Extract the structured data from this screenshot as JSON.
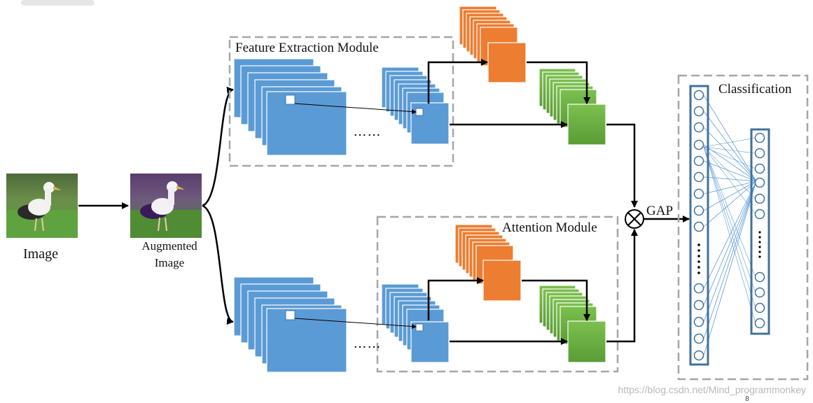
{
  "labels": {
    "image": "Image",
    "augmented_line1": "Augmented",
    "augmented_line2": "Image",
    "feature_module": "Feature Extraction Module",
    "attention_module": "Attention Module",
    "gap": "GAP",
    "classification": "Classification",
    "dots_top": "……",
    "dots_bottom": "……"
  },
  "watermark": "https://blog.csdn.net/Mind_programmonkey",
  "page_number": "8",
  "colors": {
    "blue_map": "#5b9bd5",
    "orange_map": "#ed7d31",
    "green_map": "#70ad47",
    "module_border": "#a6a6a6",
    "neuron_border": "#41719c",
    "fc_line": "#5b9bd5"
  }
}
